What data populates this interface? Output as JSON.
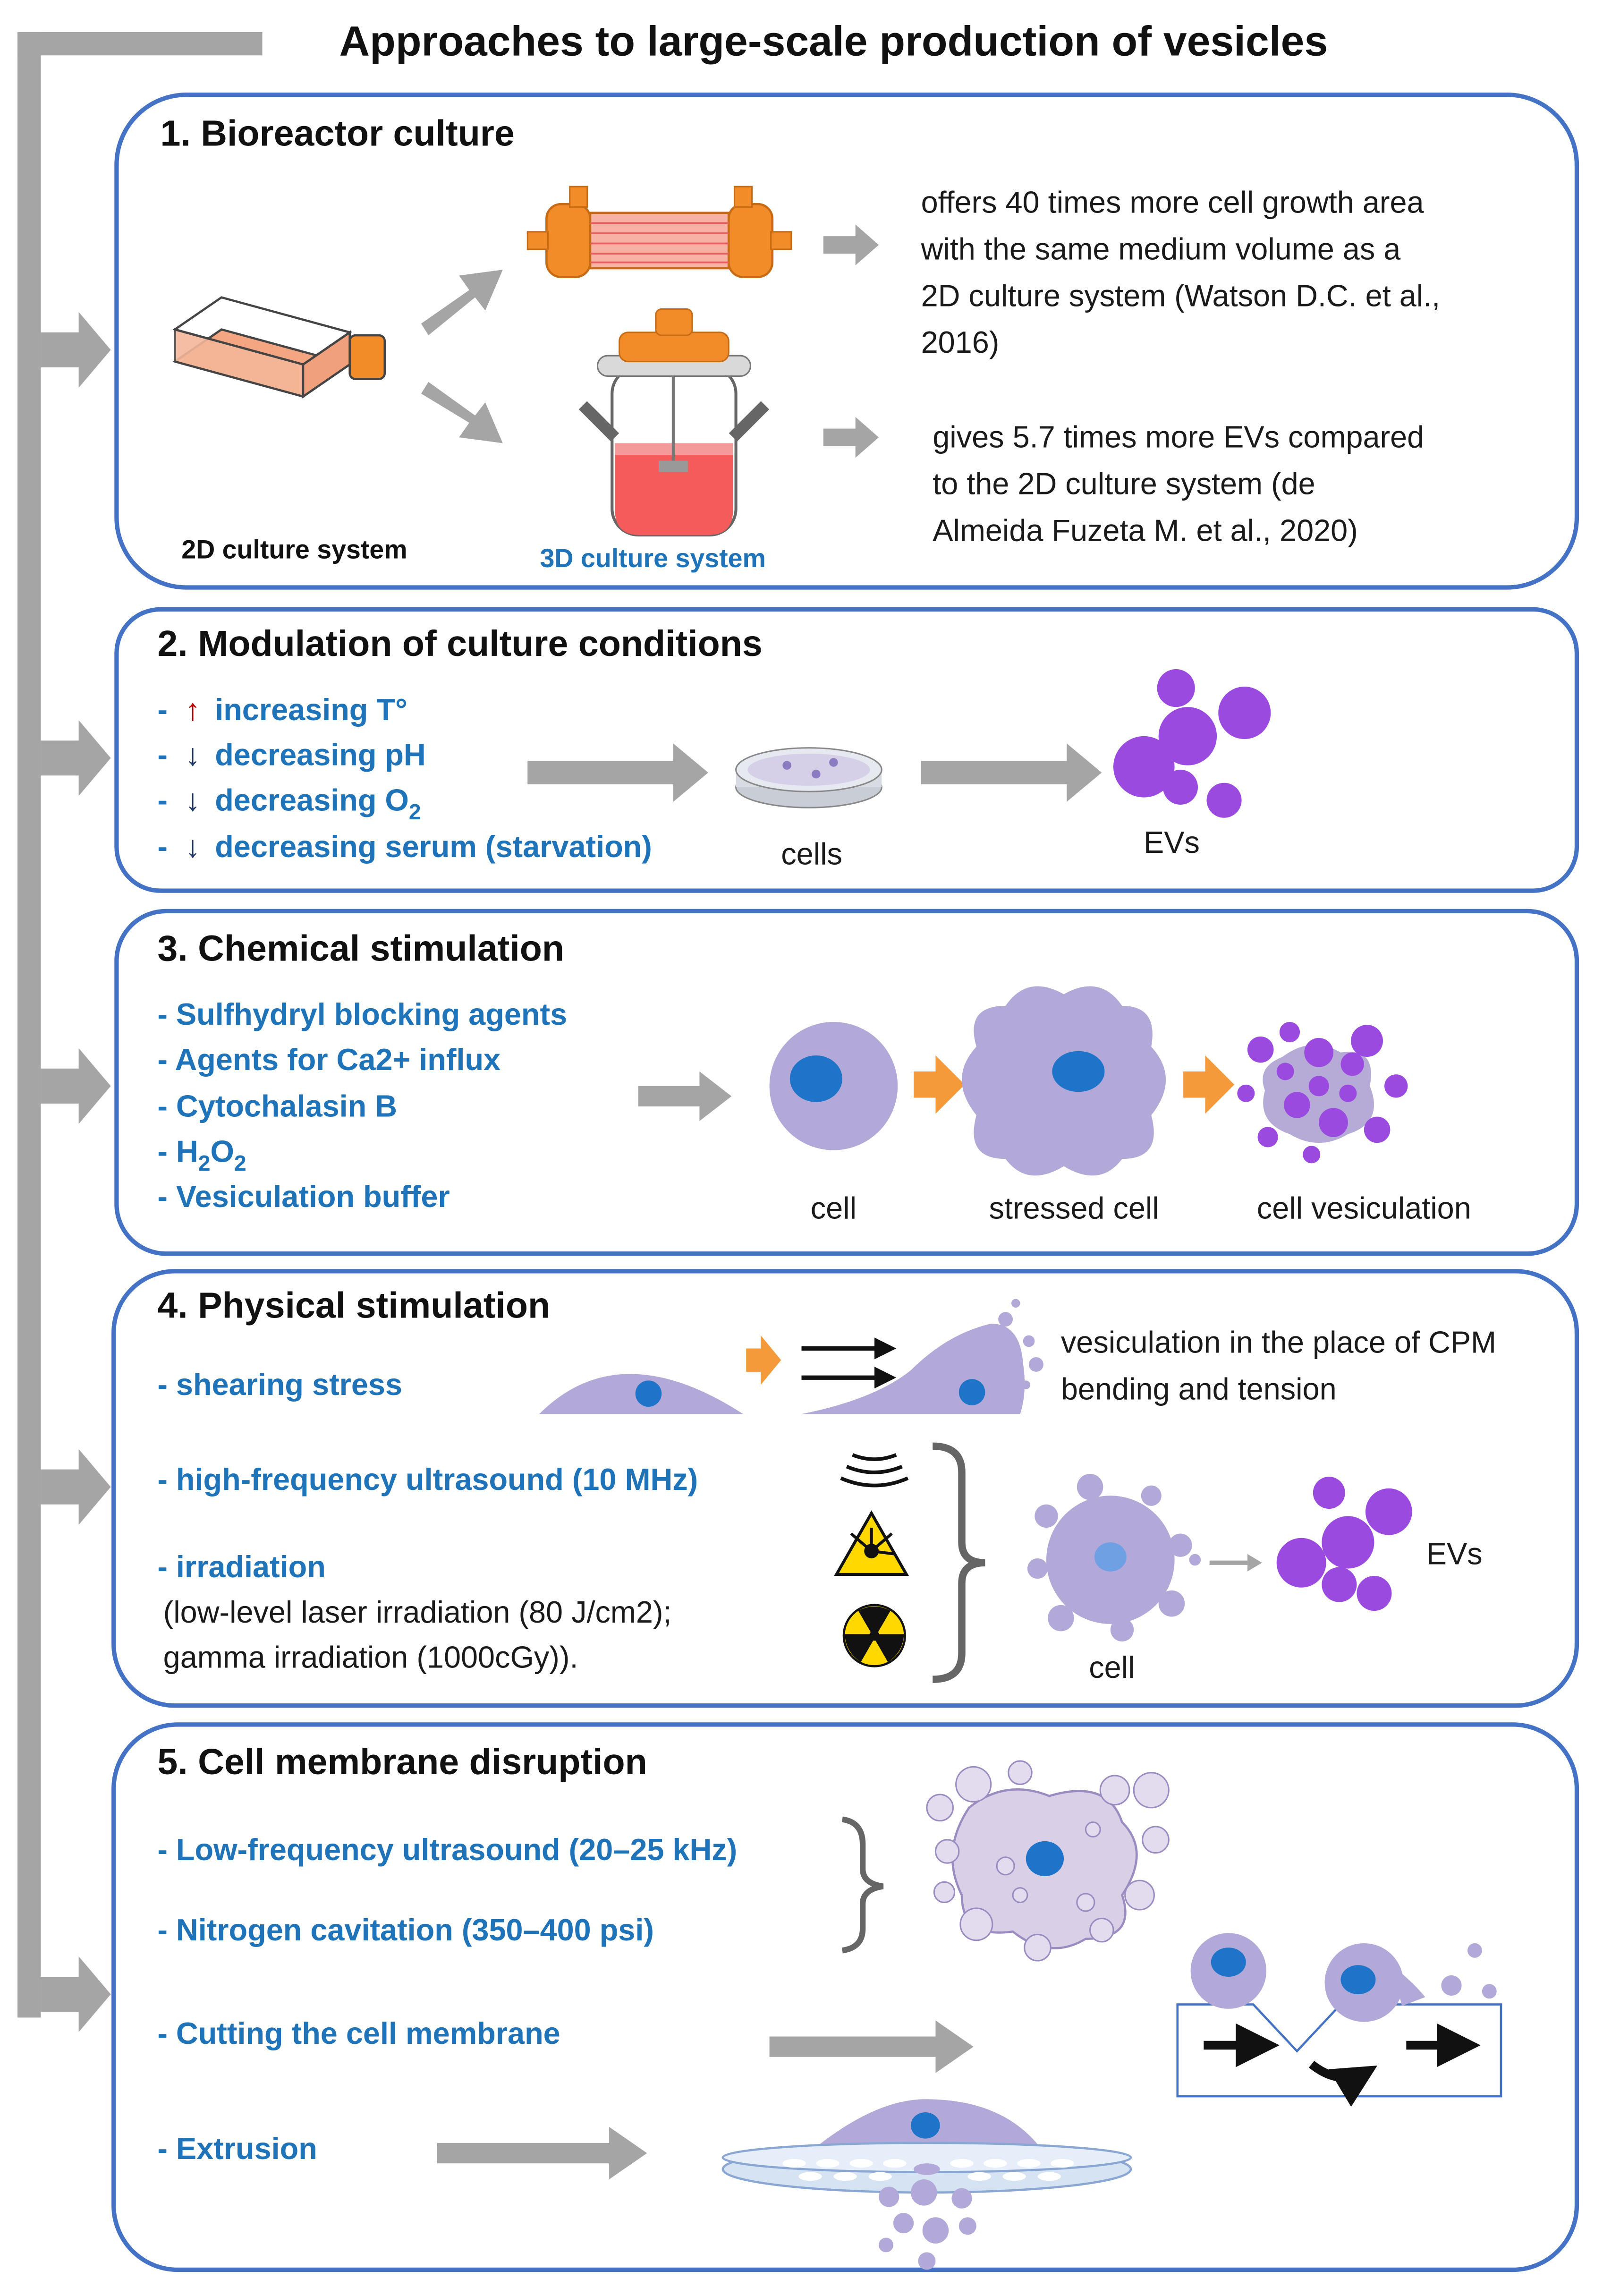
{
  "title": "Approaches to large-scale production of vesicles",
  "panel1": {
    "heading": "1. Bioreactor culture",
    "label_2d": "2D culture system",
    "label_3d": "3D culture system",
    "text_top": [
      "offers 40 times more cell growth area",
      "with the same medium volume as a",
      "2D culture system (Watson D.C. et al.,",
      "2016)"
    ],
    "text_bottom": [
      "gives 5.7 times more EVs compared",
      "to the 2D culture system (de",
      "Almeida Fuzeta M. et al., 2020)"
    ]
  },
  "panel2": {
    "heading": "2. Modulation of culture conditions",
    "items": [
      {
        "dash": "-",
        "arrow": "↑",
        "label": "increasing T°"
      },
      {
        "dash": "-",
        "arrow": "↓",
        "label": "decreasing pH"
      },
      {
        "dash": "-",
        "arrow": "↓",
        "label": "decreasing O",
        "sub": "2"
      },
      {
        "dash": "-",
        "arrow": "↓",
        "label": "decreasing serum (starvation)"
      }
    ],
    "label_cells": "cells",
    "label_evs": "EVs"
  },
  "panel3": {
    "heading": "3. Chemical stimulation",
    "items": [
      "- Sulfhydryl blocking agents",
      "- Agents for Ca2+ influx",
      "- Cytochalasin B",
      "- Vesiculation buffer"
    ],
    "h2o2": {
      "prefix": "- H",
      "sub1": "2",
      "mid": "O",
      "sub2": "2"
    },
    "label_cell": "cell",
    "label_stressed": "stressed cell",
    "label_vesiculation": "cell vesiculation"
  },
  "panel4": {
    "heading": "4. Physical stimulation",
    "item_shear": "- shearing stress",
    "shear_text": [
      "vesiculation in the place of CPM",
      "bending and tension"
    ],
    "item_ultrasound": "- high-frequency ultrasound (10 MHz)",
    "item_irradiation": "- irradiation",
    "irradiation_detail": [
      "(low-level laser irradiation  (80 J/cm2);",
      "gamma irradiation (1000cGy))."
    ],
    "label_cell": "cell",
    "label_evs": "EVs"
  },
  "panel5": {
    "heading": "5. Cell membrane disruption",
    "items": [
      "- Low-frequency ultrasound (20–25 kHz)",
      "- Nitrogen cavitation (350–400 psi)",
      "- Cutting the cell membrane",
      "- Extrusion"
    ]
  },
  "colors": {
    "panel_border": "#4472c4",
    "blue_text": "#1f73b8",
    "arrow_grey": "#a5a5a5",
    "cell": "#b3a9d8",
    "nucleus": "#1d74c9",
    "vesicle": "#9b4ae0",
    "orange_arrow": "#f59a3b",
    "red_arrow": "#c00000",
    "dark_arrow": "#203864"
  }
}
